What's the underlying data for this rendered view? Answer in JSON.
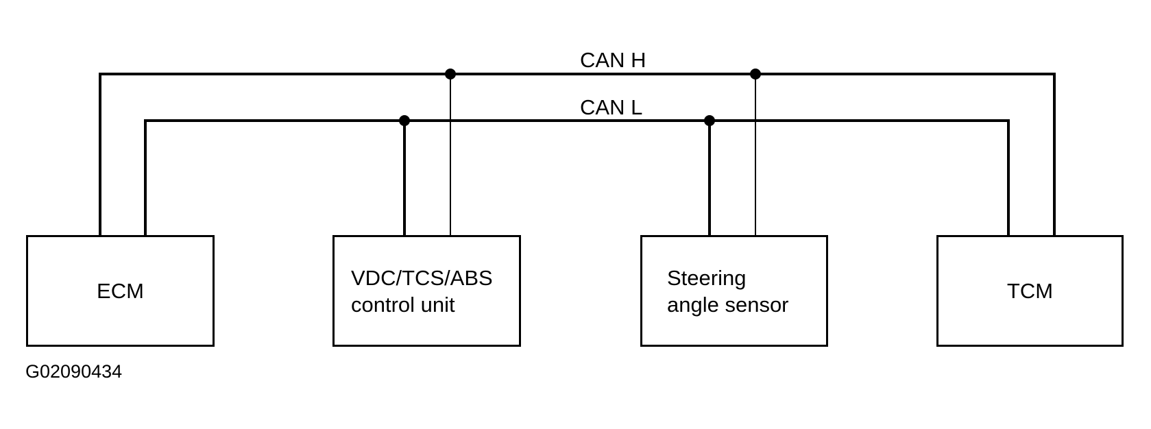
{
  "diagram": {
    "bus": {
      "can_h_label": "CAN H",
      "can_l_label": "CAN L"
    },
    "nodes": {
      "ecm": {
        "label": "ECM"
      },
      "vdc": {
        "label_line1": "VDC/TCS/ABS",
        "label_line2": "control unit"
      },
      "steering": {
        "label_line1": "Steering",
        "label_line2": "angle sensor"
      },
      "tcm": {
        "label": "TCM"
      }
    },
    "figure_id": "G02090434",
    "colors": {
      "wire": "#000000",
      "background": "#ffffff"
    }
  }
}
